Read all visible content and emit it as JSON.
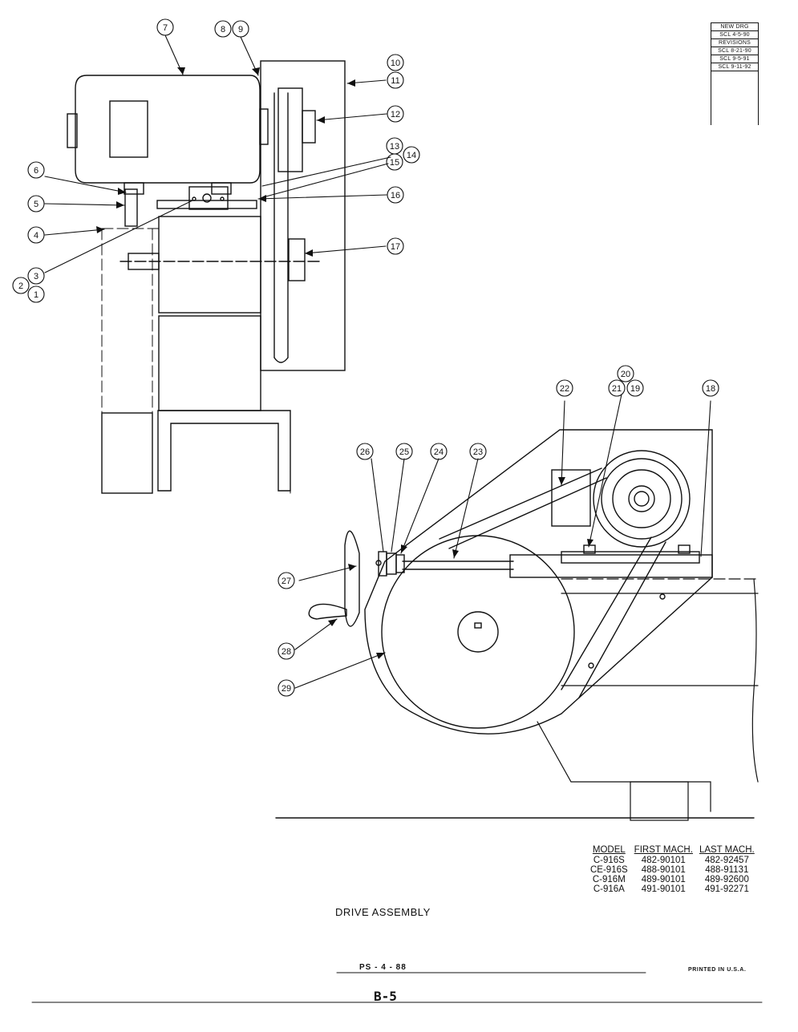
{
  "revision_block": {
    "rows": [
      "NEW DRG",
      "SCL 4-5-90",
      "REVISIONS",
      "SCL 8-21-90",
      "SCL 9-5-91",
      "SCL 9-11-92"
    ]
  },
  "callouts": {
    "n1": "1",
    "n2": "2",
    "n3": "3",
    "n4": "4",
    "n5": "5",
    "n6": "6",
    "n7": "7",
    "n8": "8",
    "n9": "9",
    "n10": "10",
    "n11": "11",
    "n12": "12",
    "n13": "13",
    "n14": "14",
    "n15": "15",
    "n16": "16",
    "n17": "17",
    "n18": "18",
    "n19": "19",
    "n20": "20",
    "n21": "21",
    "n22": "22",
    "n23": "23",
    "n24": "24",
    "n25": "25",
    "n26": "26",
    "n27": "27",
    "n28": "28",
    "n29": "29"
  },
  "model_table": {
    "headers": [
      "MODEL",
      "FIRST MACH.",
      "LAST MACH."
    ],
    "rows": [
      [
        "C-916S",
        "482-90101",
        "482-92457"
      ],
      [
        "CE-916S",
        "488-90101",
        "488-91131"
      ],
      [
        "C-916M",
        "489-90101",
        "489-92600"
      ],
      [
        "C-916A",
        "491-90101",
        "491-92271"
      ]
    ]
  },
  "title": "DRIVE ASSEMBLY",
  "doc_number": "PS - 4 - 88",
  "printed": "PRINTED IN U.S.A.",
  "page_number": "B-5"
}
